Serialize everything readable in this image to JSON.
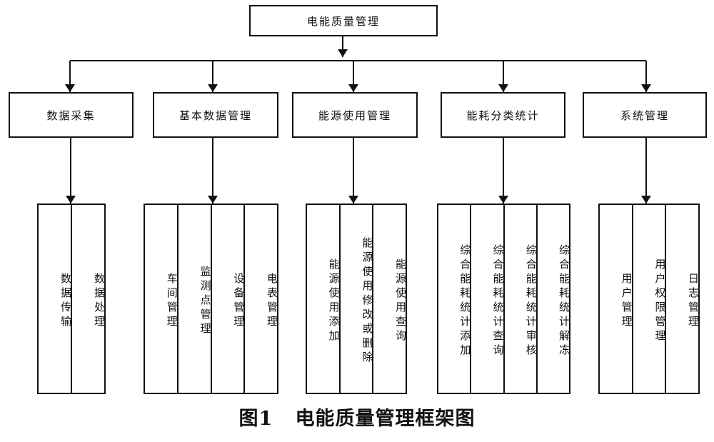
{
  "root": {
    "label": "电能质量管理"
  },
  "modules": [
    {
      "label": "数据采集",
      "items": [
        "数据传输",
        "数据处理"
      ]
    },
    {
      "label": "基本数据管理",
      "items": [
        "车间管理",
        "监测点管理",
        "设备管理",
        "电表管理"
      ]
    },
    {
      "label": "能源使用管理",
      "items": [
        "能源使用添加",
        "能源使用修改或删除",
        "能源使用查询"
      ]
    },
    {
      "label": "能耗分类统计",
      "items": [
        "综合能耗统计添加",
        "综合能耗统计查询",
        "综合能耗统计审核",
        "综合能耗统计解冻"
      ]
    },
    {
      "label": "系统管理",
      "items": [
        "用户管理",
        "用户权限管理",
        "日志管理"
      ]
    }
  ],
  "caption": {
    "figure": "图1",
    "title": "电能质量管理框架图"
  }
}
